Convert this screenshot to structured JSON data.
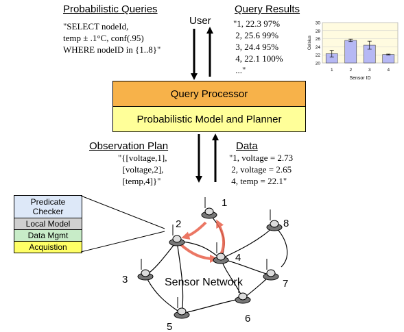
{
  "headers": {
    "probabilistic_queries": "Probabilistic Queries",
    "query_results": "Query Results",
    "user": "User",
    "observation_plan": "Observation Plan",
    "data": "Data"
  },
  "query_text": "\"SELECT nodeId,\ntemp ± .1°C, conf(.95)\nWHERE nodeID in {1..8}\"",
  "results_text": "\"1, 22.3 97%\n 2, 25.6 99%\n 3, 24.4 95%\n 4, 22.1 100%\n ...\"",
  "plan_text": "\"{[voltage,1],\n  [voltage,2],\n  [temp,4]}\"",
  "data_text": "\"1, voltage = 2.73\n 2, voltage = 2.65\n 4, temp = 22.1\"",
  "processor": {
    "query_processor": "Query Processor",
    "model_planner": "Probabilistic Model and Planner"
  },
  "node_stack": {
    "predicate_checker": "Predicate Checker",
    "local_model": "Local Model",
    "data_mgmt": "Data Mgmt",
    "acquisition": "Acquistion"
  },
  "network": {
    "label": "Sensor Network",
    "nodes": [
      "1",
      "2",
      "3",
      "4",
      "5",
      "6",
      "7",
      "8"
    ]
  },
  "colors": {
    "processor_top": "#f7b24a",
    "processor_bottom": "#ffff99",
    "predicate": "#dde8f8",
    "local_model": "#d0d0d0",
    "data_mgmt": "#c8ecc8",
    "acquisition": "#ffff66",
    "bars": "#b6b8f4",
    "highlight": "#f07060"
  },
  "chart_data": {
    "type": "bar",
    "categories": [
      "1",
      "2",
      "3",
      "4"
    ],
    "values": [
      22.3,
      25.6,
      24.4,
      22.1
    ],
    "errors": [
      0.8,
      0.3,
      1.0,
      0.1
    ],
    "xlabel": "Sensor ID",
    "ylabel": "Celsius",
    "ylim": [
      20,
      30
    ],
    "yticks": [
      "20",
      "22",
      "24",
      "26",
      "28",
      "30"
    ],
    "grid": true
  }
}
